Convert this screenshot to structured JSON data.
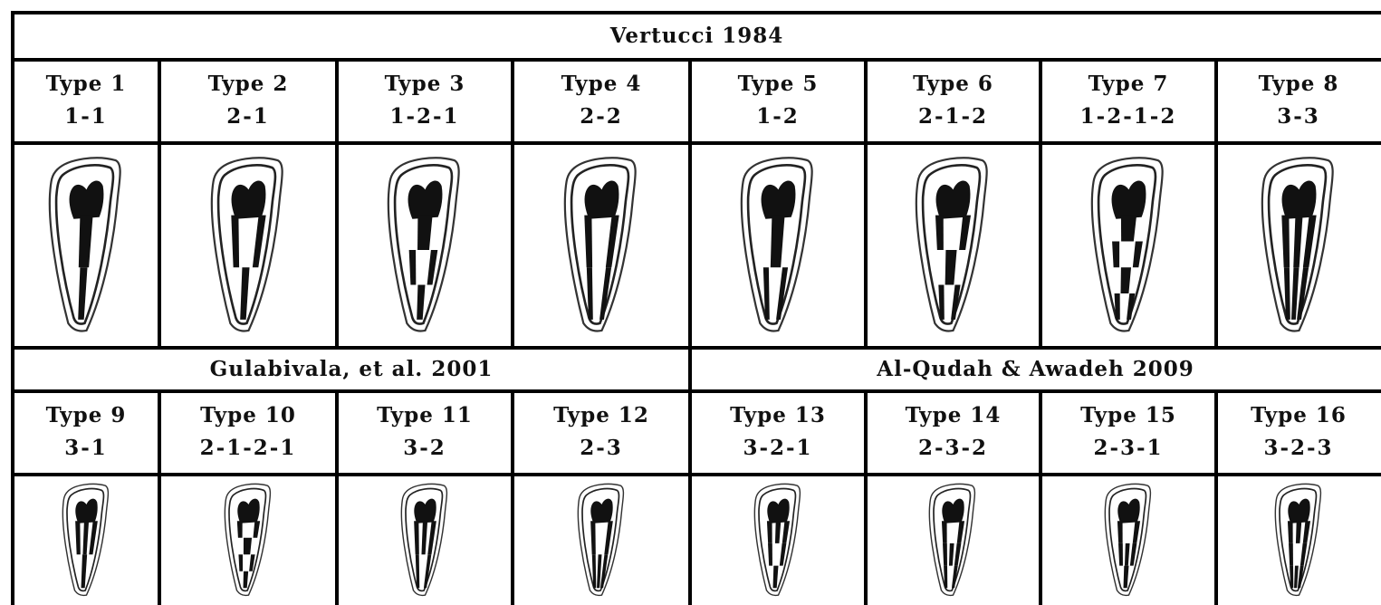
{
  "headers": {
    "vertucci": "Vertucci 1984",
    "gulabivala": "Gulabivala, et al. 2001",
    "alqudah": "Al-Qudah & Awadeh 2009"
  },
  "row1": [
    {
      "label": "Type 1",
      "formula": "1-1"
    },
    {
      "label": "Type 2",
      "formula": "2-1"
    },
    {
      "label": "Type 3",
      "formula": "1-2-1"
    },
    {
      "label": "Type 4",
      "formula": "2-2"
    },
    {
      "label": "Type 5",
      "formula": "1-2"
    },
    {
      "label": "Type 6",
      "formula": "2-1-2"
    },
    {
      "label": "Type 7",
      "formula": "1-2-1-2"
    },
    {
      "label": "Type 8",
      "formula": "3-3"
    }
  ],
  "row2": [
    {
      "label": "Type 9",
      "formula": "3-1"
    },
    {
      "label": "Type 10",
      "formula": "2-1-2-1"
    },
    {
      "label": "Type 11",
      "formula": "3-2"
    },
    {
      "label": "Type 12",
      "formula": "2-3"
    },
    {
      "label": "Type 13",
      "formula": "3-2-1"
    },
    {
      "label": "Type 14",
      "formula": "2-3-2"
    },
    {
      "label": "Type 15",
      "formula": "2-3-1"
    },
    {
      "label": "Type 16",
      "formula": "3-2-3"
    }
  ],
  "canal_patterns": {
    "row1": [
      "1-1",
      "2-1",
      "1-2-1",
      "2-2",
      "1-2",
      "2-1-2",
      "1-2-1-2",
      "3-3"
    ],
    "row2": [
      "3-1",
      "2-1-2-1",
      "3-2",
      "2-3",
      "3-2-1",
      "2-3-2",
      "2-3-1",
      "3-2-3"
    ]
  }
}
